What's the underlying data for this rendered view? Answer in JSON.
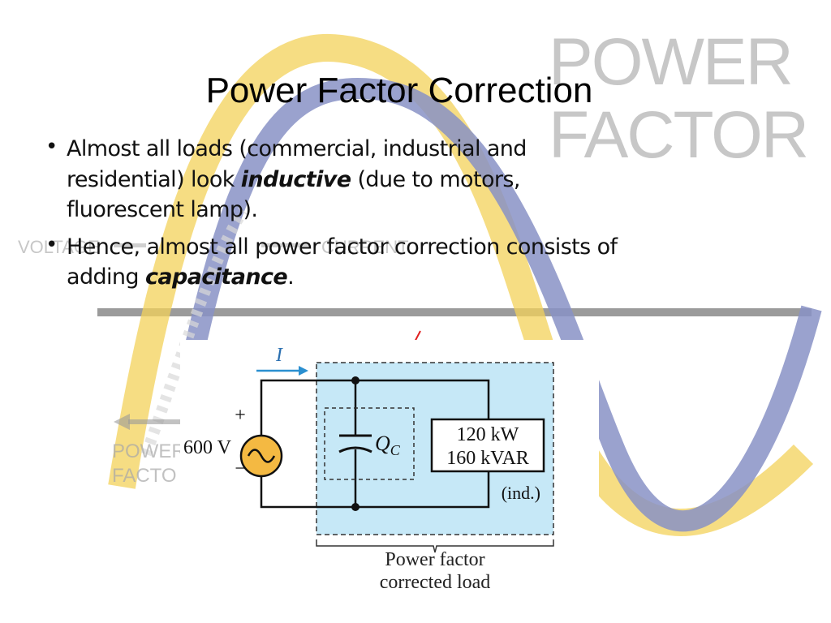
{
  "title": "Power Factor Correction",
  "bullets": [
    {
      "line1": "Almost all loads (commercial, industrial and",
      "line2_pre": "residential) look ",
      "line2_em": "inductive",
      "line2_post": " (due to motors,",
      "line3": "fluorescent lamp)."
    },
    {
      "line1": "Hence, almost all power factor correction consists of",
      "line2_pre": "adding ",
      "line2_em": "capacitance",
      "line2_post": "."
    }
  ],
  "background": {
    "logo_line1": "POWER",
    "logo_line2": "FACTOR",
    "legend_voltage": "VOLTAGE",
    "legend_current": "CURRENT",
    "legend_power": "POWER",
    "legend_factor": "FACTO",
    "colors": {
      "yellow": "#f3d25a",
      "blue": "#8892c6",
      "gray": "#8a8a8a"
    }
  },
  "circuit": {
    "current_label": "I",
    "source_voltage": "600 V",
    "plus": "+",
    "minus": "−",
    "capacitor_label": "Q",
    "capacitor_sub": "C",
    "load_line1": "120 kW",
    "load_line2": "160 kVAR",
    "load_note": "(ind.)",
    "caption_line1": "Power factor",
    "caption_line2": "corrected load",
    "colors": {
      "region": "#c6e8f7",
      "source": "#f4b942",
      "arrow": "#2a8fd0",
      "pointer": "#e02020"
    }
  }
}
